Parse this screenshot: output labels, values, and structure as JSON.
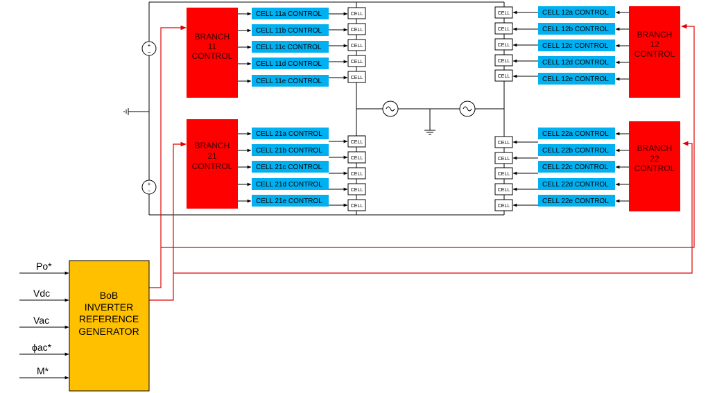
{
  "branches": [
    {
      "lines": [
        "BRANCH",
        "11",
        "CONTROL"
      ]
    },
    {
      "lines": [
        "BRANCH",
        "12",
        "CONTROL"
      ]
    },
    {
      "lines": [
        "BRANCH",
        "21",
        "CONTROL"
      ]
    },
    {
      "lines": [
        "BRANCH",
        "22",
        "CONTROL"
      ]
    }
  ],
  "cell_controls": {
    "b11": [
      "CELL 11a CONTROL",
      "CELL 11b CONTROL",
      "CELL 11c CONTROL",
      "CELL 11d CONTROL",
      "CELL 11e CONTROL"
    ],
    "b12": [
      "CELL 12a CONTROL",
      "CELL 12b CONTROL",
      "CELL 12c CONTROL",
      "CELL 12d CONTROL",
      "CELL 12e CONTROL"
    ],
    "b21": [
      "CELL 21a CONTROL",
      "CELL 21b CONTROL",
      "CELL 21c CONTROL",
      "CELL 21d CONTROL",
      "CELL 21e CONTROL"
    ],
    "b22": [
      "CELL 22a CONTROL",
      "CELL 22b CONTROL",
      "CELL 22c CONTROL",
      "CELL 22d CONTROL",
      "CELL 22e CONTROL"
    ]
  },
  "cell_label": "CELL",
  "generator": {
    "lines": [
      "BoB",
      "INVERTER",
      "REFERENCE",
      "GENERATOR"
    ]
  },
  "inputs": [
    "Po*",
    "Vdc",
    "Vac",
    "ϕac*",
    "M*"
  ],
  "source_signs": {
    "plus": "+",
    "minus": "−"
  },
  "colors": {
    "branch": "#ff0000",
    "cell_control": "#00b0f0",
    "generator": "#ffc000",
    "signal_wire": "#e00000"
  }
}
